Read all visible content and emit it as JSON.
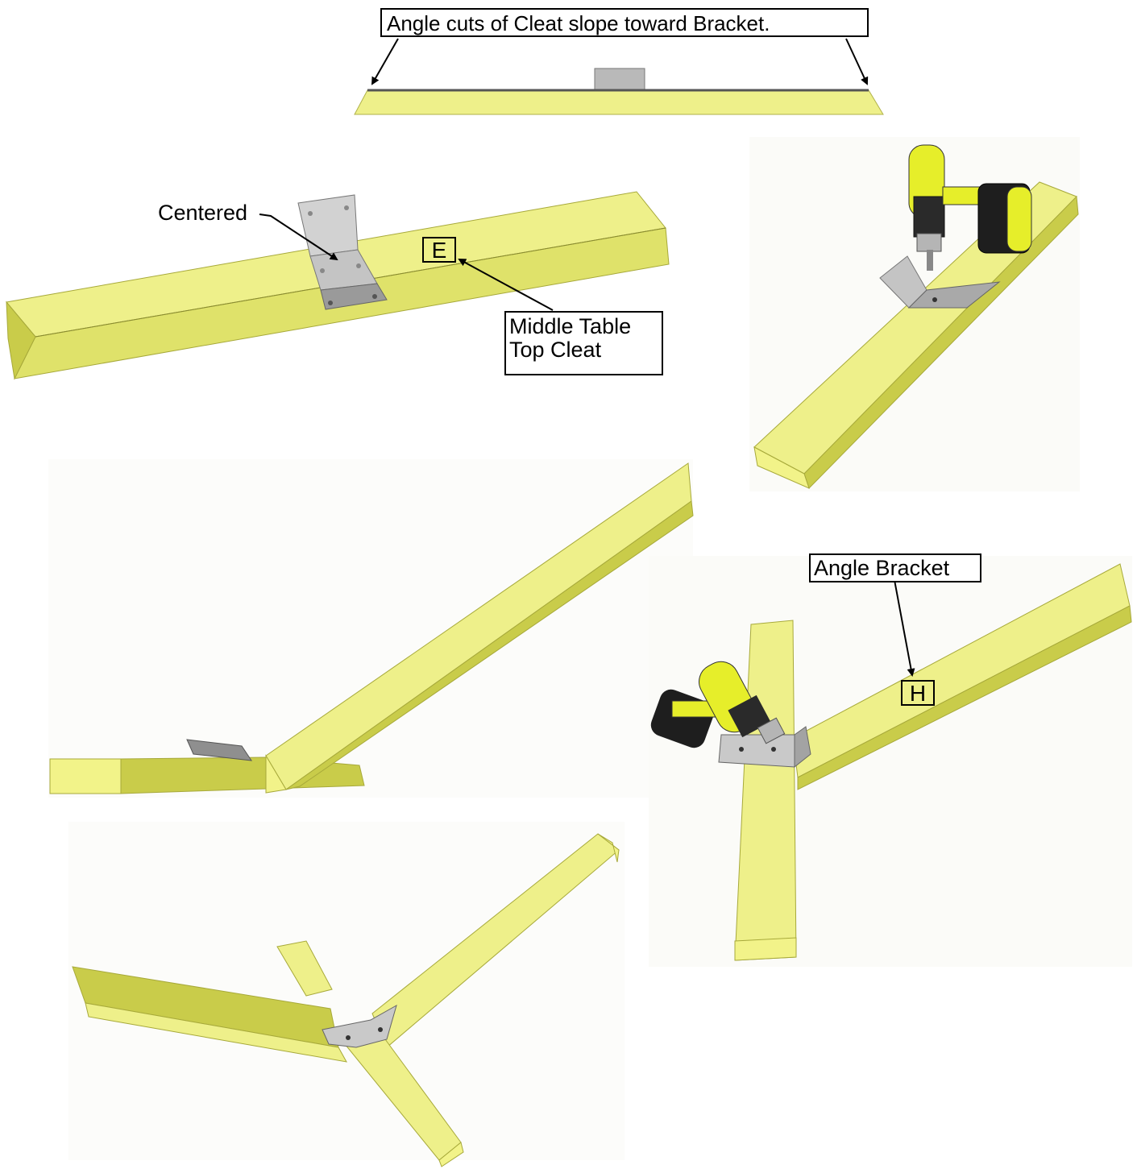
{
  "labels": {
    "angle_cuts": "Angle cuts of Cleat slope toward Bracket.",
    "centered": "Centered",
    "middle_table_top_cleat_line1": "Middle Table",
    "middle_table_top_cleat_line2": "Top Cleat",
    "angle_bracket": "Angle Bracket",
    "part_e": "E",
    "part_h": "H"
  },
  "colors": {
    "wood_top": "#eef08a",
    "wood_side": "#c9cc4a",
    "wood_end": "#f2f389",
    "wood_dark": "#a7a93a",
    "bracket": "#c9c9c9",
    "bracket_dark": "#8c8c8c",
    "drill_yellow": "#e6ee2a",
    "drill_black": "#1e1e1e",
    "ink": "#000000"
  },
  "icons": [
    "drill-icon",
    "angle-bracket-icon",
    "arrow-icon"
  ]
}
